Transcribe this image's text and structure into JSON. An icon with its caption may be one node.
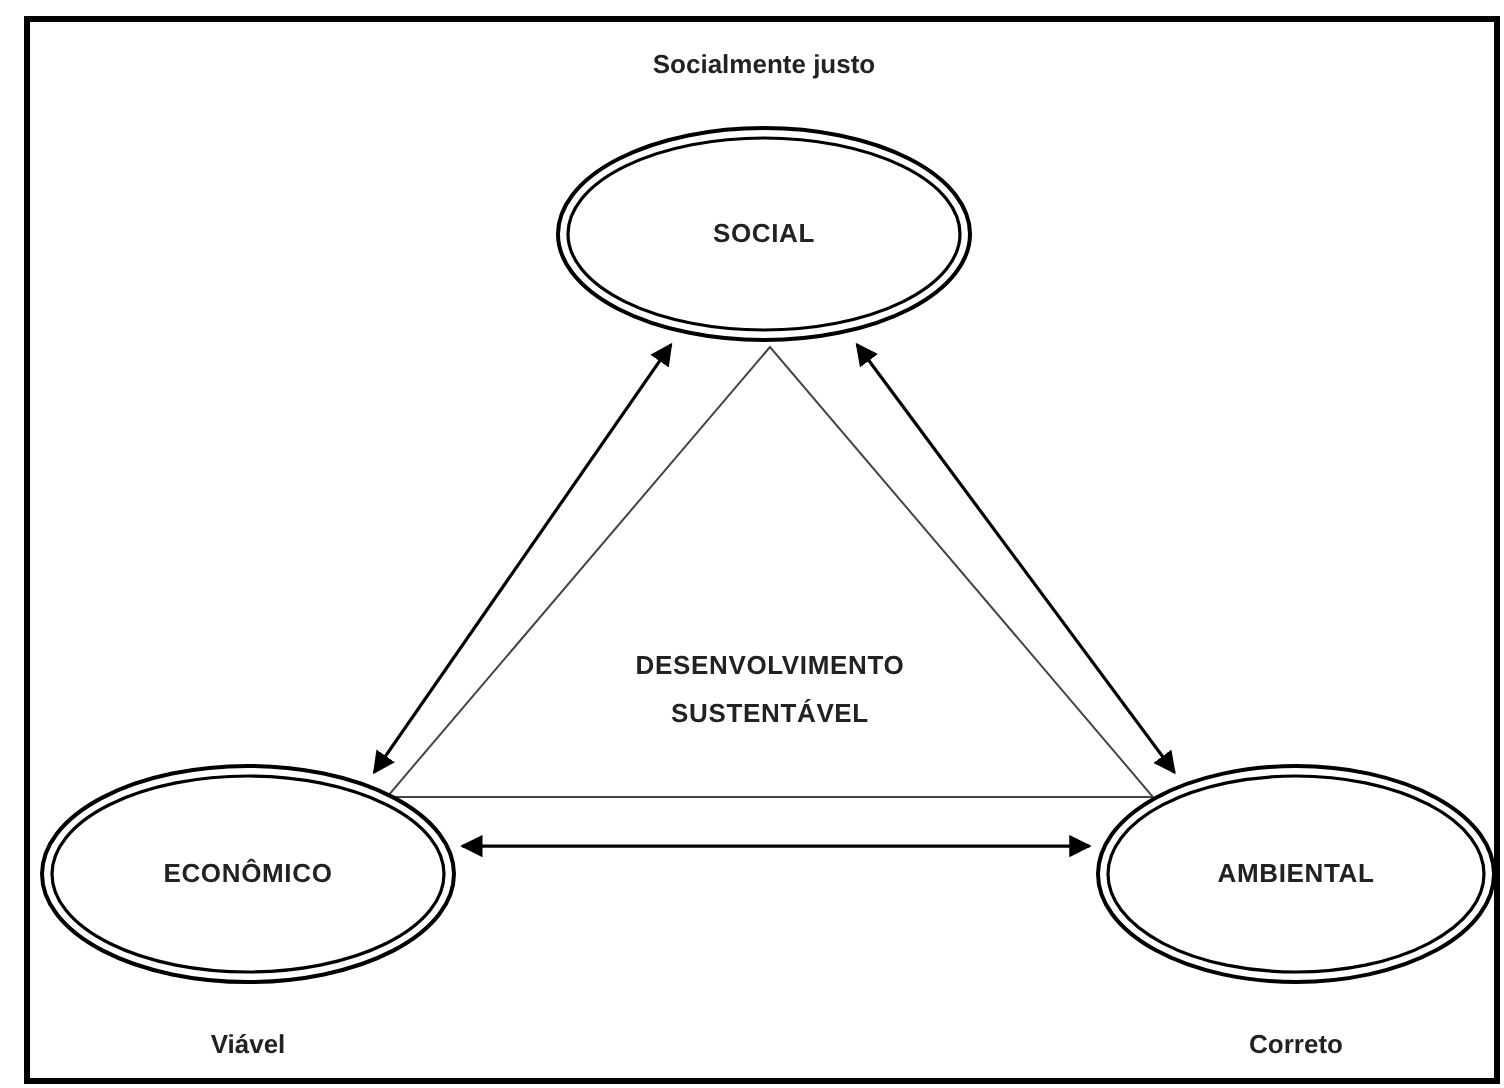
{
  "diagram": {
    "nodes": [
      {
        "text": [
          "SOCIAL"
        ],
        "beside": [
          "Socialmente justo"
        ]
      },
      {
        "text": [
          "DESENVOLVIMENTO SUSTENTÁVEL"
        ]
      },
      {
        "text": [
          "ECONÔMICO"
        ],
        "beside": [
          "Viável"
        ]
      },
      {
        "text": [
          "AMBIENTAL"
        ],
        "beside": [
          "Correto"
        ]
      }
    ],
    "edges": [
      {
        "from": 0,
        "to": 2,
        "arrow": "both"
      },
      {
        "from": 0,
        "to": 3,
        "arrow": "both"
      },
      {
        "from": 2,
        "to": 3,
        "arrow": "both"
      }
    ]
  }
}
